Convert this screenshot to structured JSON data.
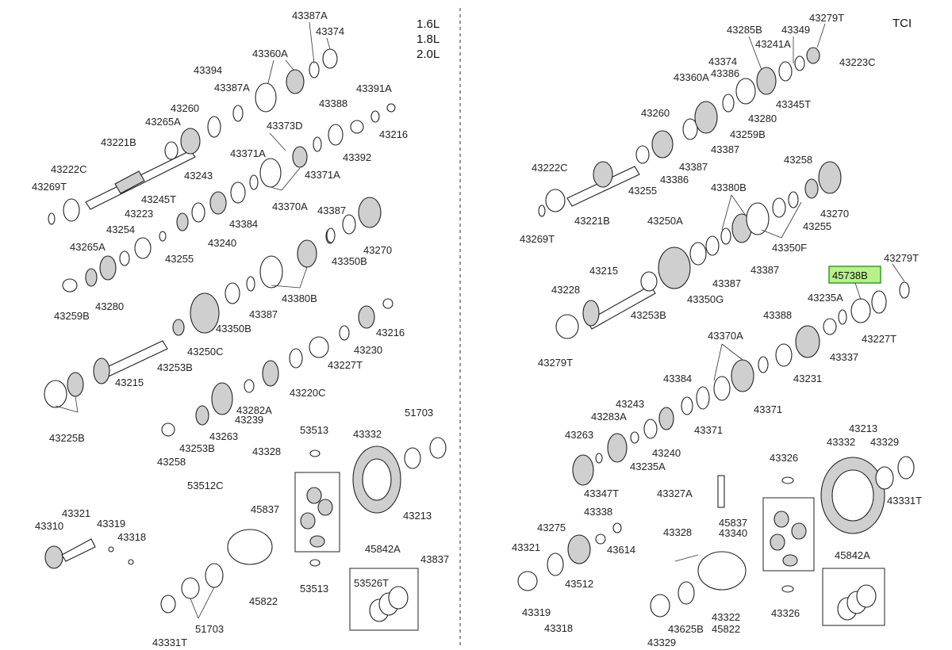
{
  "left_panel": {
    "engines": [
      "1.6L",
      "1.8L",
      "2.0L"
    ],
    "parts": [
      "43387A",
      "43374",
      "43360A",
      "43394",
      "43387A",
      "43260",
      "43265A",
      "43221B",
      "43222C",
      "43269T",
      "43373D",
      "43388",
      "43391A",
      "43216",
      "43392",
      "43371A",
      "43371A",
      "43243",
      "43370A",
      "43245T",
      "43223",
      "43254",
      "43255",
      "43240",
      "43384",
      "43387",
      "43270",
      "43350B",
      "43265A",
      "43280",
      "43259B",
      "43380B",
      "43387",
      "43350B",
      "43250C",
      "43253B",
      "43215",
      "43225B",
      "43216",
      "43230",
      "43227T",
      "43220C",
      "43282A",
      "43239",
      "43263",
      "43253B",
      "43258",
      "43328",
      "53513",
      "53512C",
      "43332",
      "51703",
      "45837",
      "43213",
      "53513",
      "43321",
      "43319",
      "43318",
      "43310",
      "45822",
      "45842A",
      "43837",
      "53526T",
      "51703",
      "43331T"
    ]
  },
  "right_panel": {
    "title": "TCI",
    "parts": [
      "43279T",
      "43285B",
      "43349",
      "43241A",
      "43223C",
      "43374",
      "43386",
      "43360A",
      "43345T",
      "43280",
      "43260",
      "43259B",
      "43387",
      "43387",
      "43386",
      "43222C",
      "43255",
      "43221B",
      "43269T",
      "43380B",
      "43258",
      "43270",
      "43255",
      "43250A",
      "43350F",
      "43387",
      "43387",
      "43350G",
      "43215",
      "43228",
      "43253B",
      "43279T",
      "43279T",
      "43235A",
      "43227T",
      "43388",
      "43337",
      "43370A",
      "43231",
      "43384",
      "43371",
      "43371",
      "43243",
      "43283A",
      "43263",
      "43240",
      "43235A",
      "43347T",
      "43326",
      "43213",
      "43332",
      "43329",
      "43331T",
      "43327A",
      "43328",
      "43275",
      "43338",
      "43321",
      "43512",
      "43614",
      "43319",
      "43318",
      "45837",
      "43340",
      "43329",
      "43625B",
      "43322",
      "45822",
      "43326",
      "45842A"
    ],
    "highlighted_part": "45738B"
  }
}
